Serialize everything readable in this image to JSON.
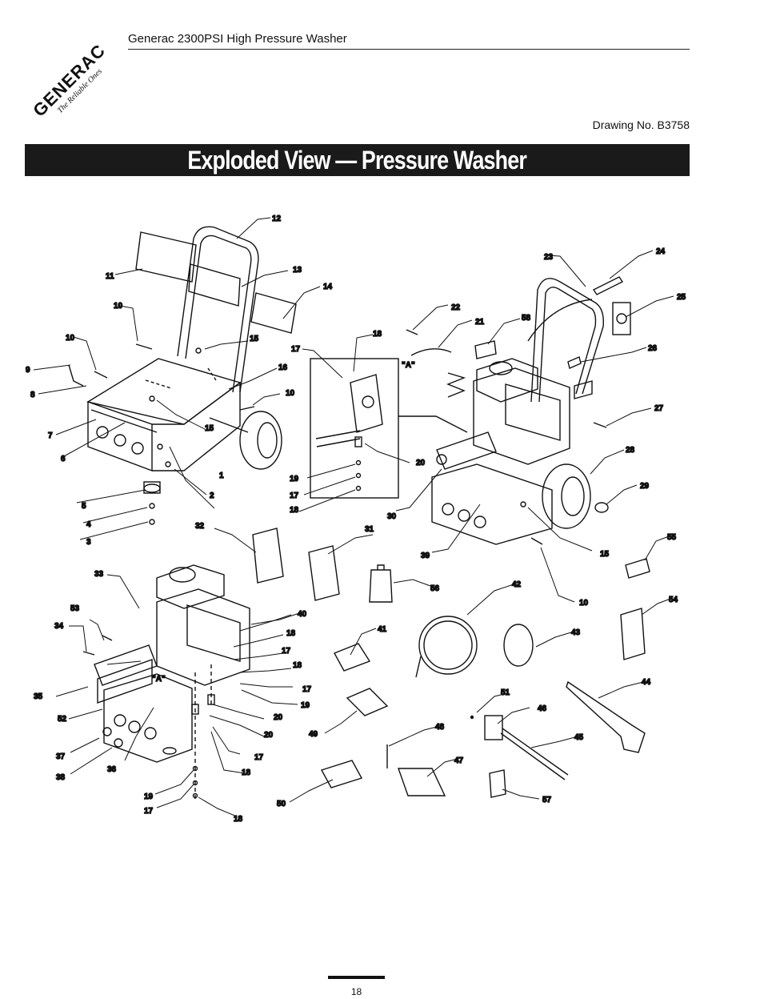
{
  "header": {
    "logo_text": "GENERAC",
    "logo_tagline": "The Reliable Ones",
    "title": "Generac 2300PSI High Pressure Washer",
    "drawing_no": "Drawing No. B3758"
  },
  "page_title": "Exploded View — Pressure Washer",
  "detail_label": "\"A\"",
  "callouts": [
    "1",
    "2",
    "3",
    "4",
    "5",
    "6",
    "7",
    "8",
    "9",
    "10",
    "11",
    "12",
    "13",
    "14",
    "15",
    "16",
    "17",
    "18",
    "19",
    "20",
    "21",
    "22",
    "23",
    "24",
    "25",
    "26",
    "27",
    "28",
    "29",
    "30",
    "31",
    "32",
    "33",
    "34",
    "35",
    "36",
    "37",
    "38",
    "39",
    "40",
    "41",
    "42",
    "43",
    "44",
    "45",
    "46",
    "47",
    "48",
    "49",
    "50",
    "51",
    "52",
    "53",
    "54",
    "55",
    "56",
    "57",
    "58"
  ],
  "page_number": "18"
}
